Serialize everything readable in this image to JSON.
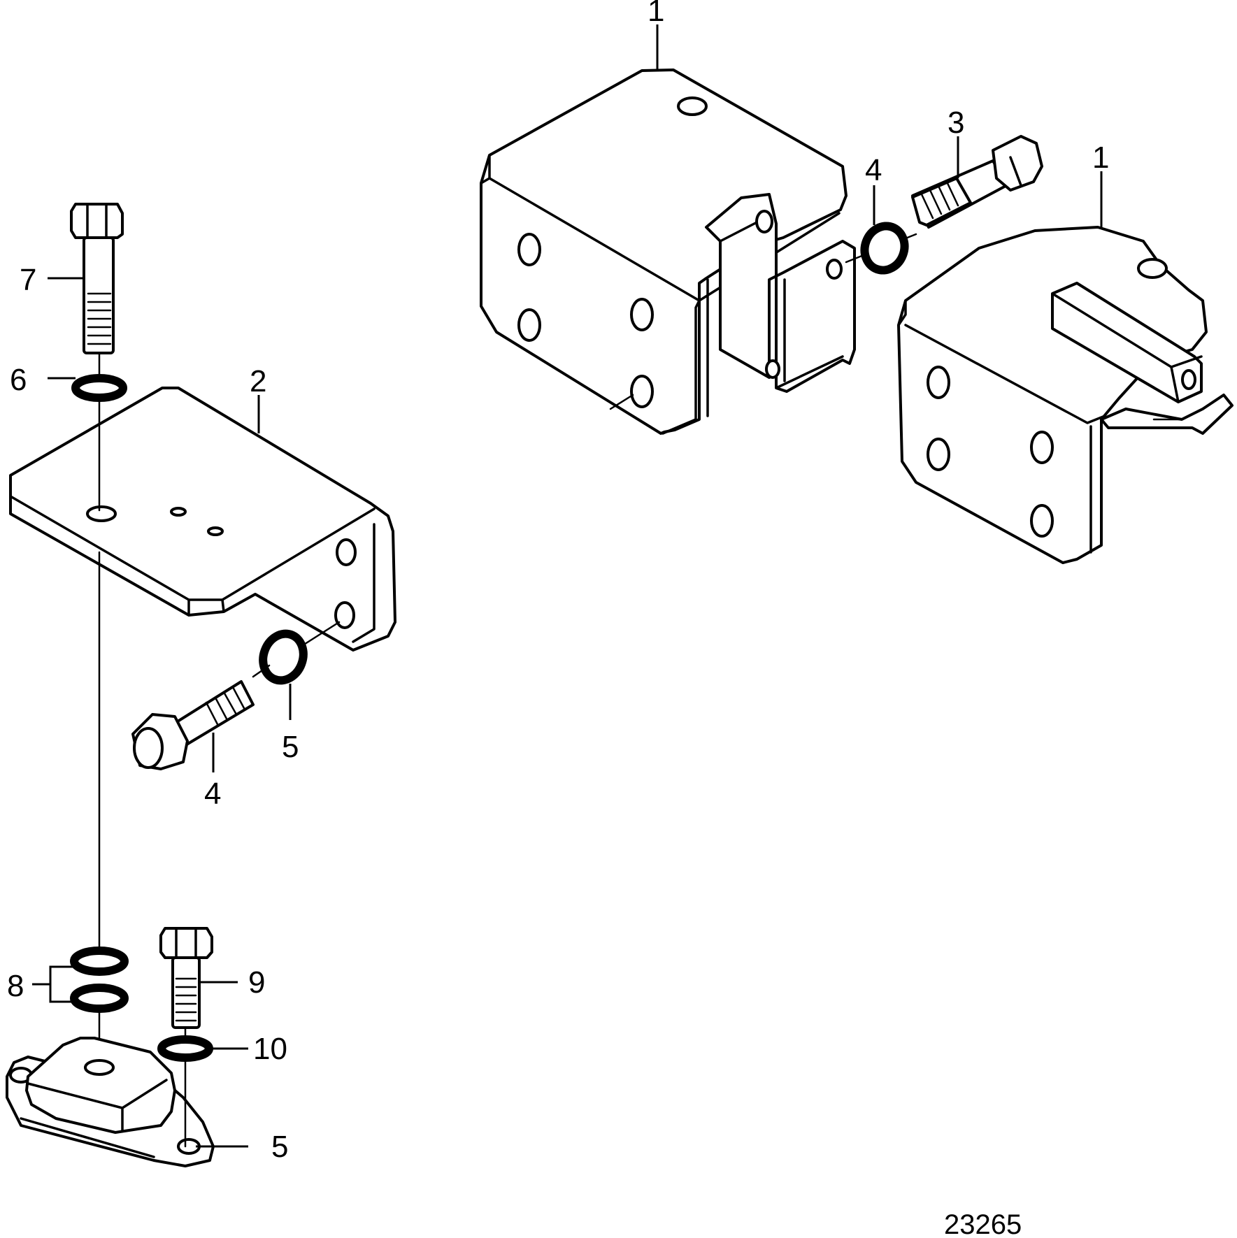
{
  "callouts": {
    "c1a": "1",
    "c1b": "1",
    "c2": "2",
    "c3": "3",
    "c4a": "4",
    "c4b": "4",
    "c5a": "5",
    "c5b": "5",
    "c6": "6",
    "c7": "7",
    "c8": "8",
    "c9": "9",
    "c10": "10"
  },
  "drawing_number": "23265"
}
